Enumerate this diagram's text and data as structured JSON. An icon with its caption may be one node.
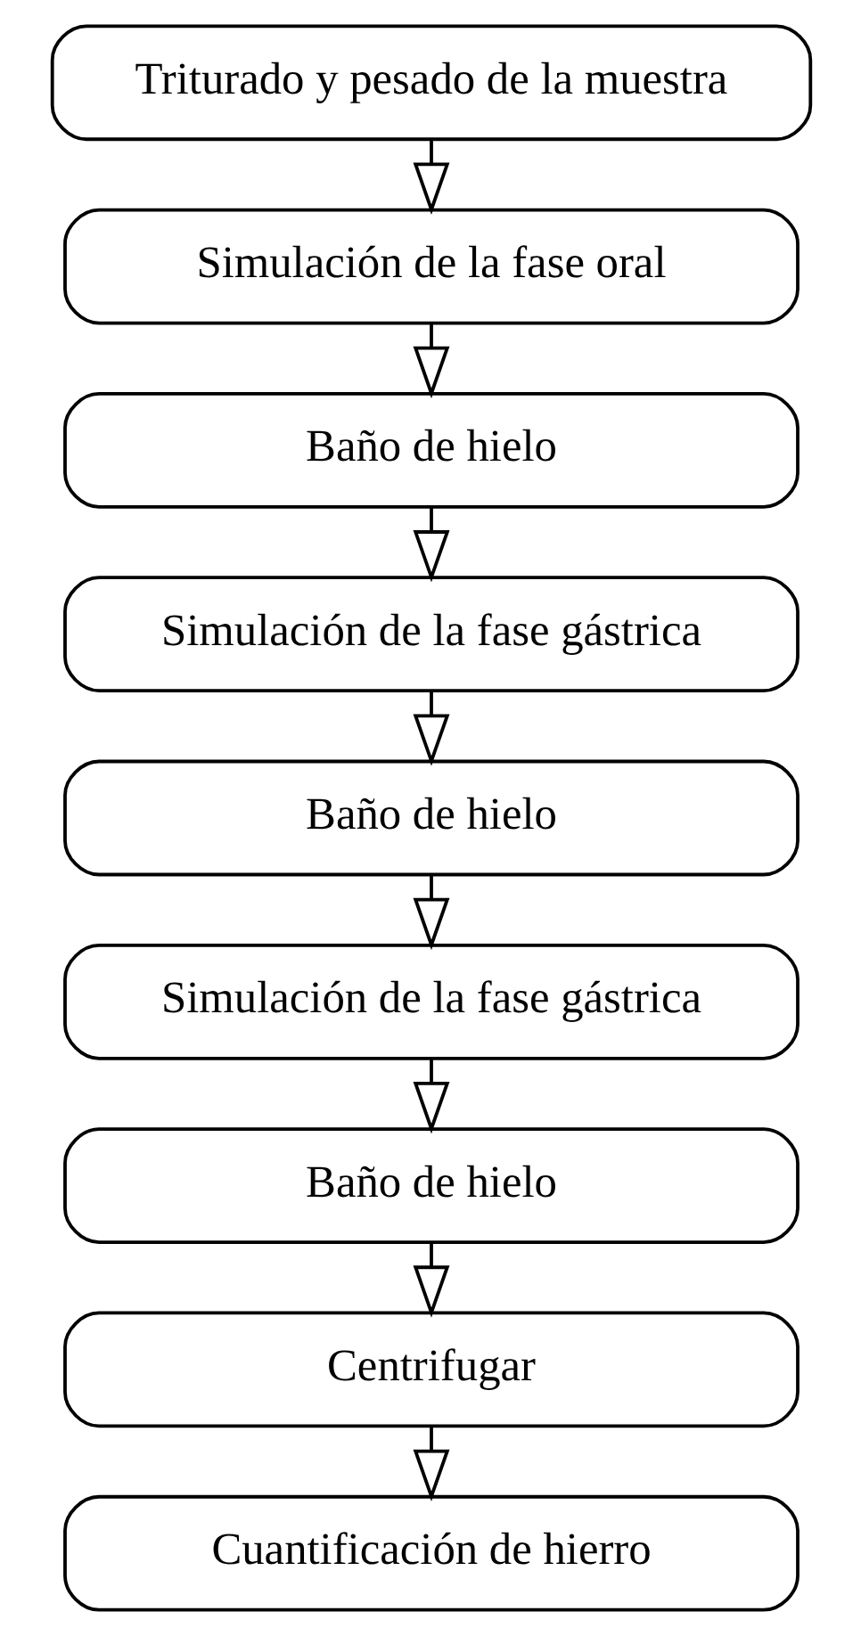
{
  "diagram": {
    "nodes": [
      {
        "text": [
          "Triturado y pesado de la muestra"
        ]
      },
      {
        "text": [
          "Simulación de la fase oral"
        ]
      },
      {
        "text": [
          "Baño de hielo"
        ]
      },
      {
        "text": [
          "Simulación de la fase gástrica"
        ]
      },
      {
        "text": [
          "Baño de hielo"
        ]
      },
      {
        "text": [
          "Simulación de la fase gástrica"
        ]
      },
      {
        "text": [
          "Baño de hielo"
        ]
      },
      {
        "text": [
          "Centrifugar"
        ]
      },
      {
        "text": [
          "Cuantificación de hierro"
        ]
      }
    ],
    "edges": [
      {
        "from": 0,
        "to": 1,
        "arrow": "to"
      },
      {
        "from": 1,
        "to": 2,
        "arrow": "to"
      },
      {
        "from": 2,
        "to": 3,
        "arrow": "to"
      },
      {
        "from": 3,
        "to": 4,
        "arrow": "to"
      },
      {
        "from": 4,
        "to": 5,
        "arrow": "to"
      },
      {
        "from": 5,
        "to": 6,
        "arrow": "to"
      },
      {
        "from": 6,
        "to": 7,
        "arrow": "to"
      },
      {
        "from": 7,
        "to": 8,
        "arrow": "to"
      }
    ]
  }
}
